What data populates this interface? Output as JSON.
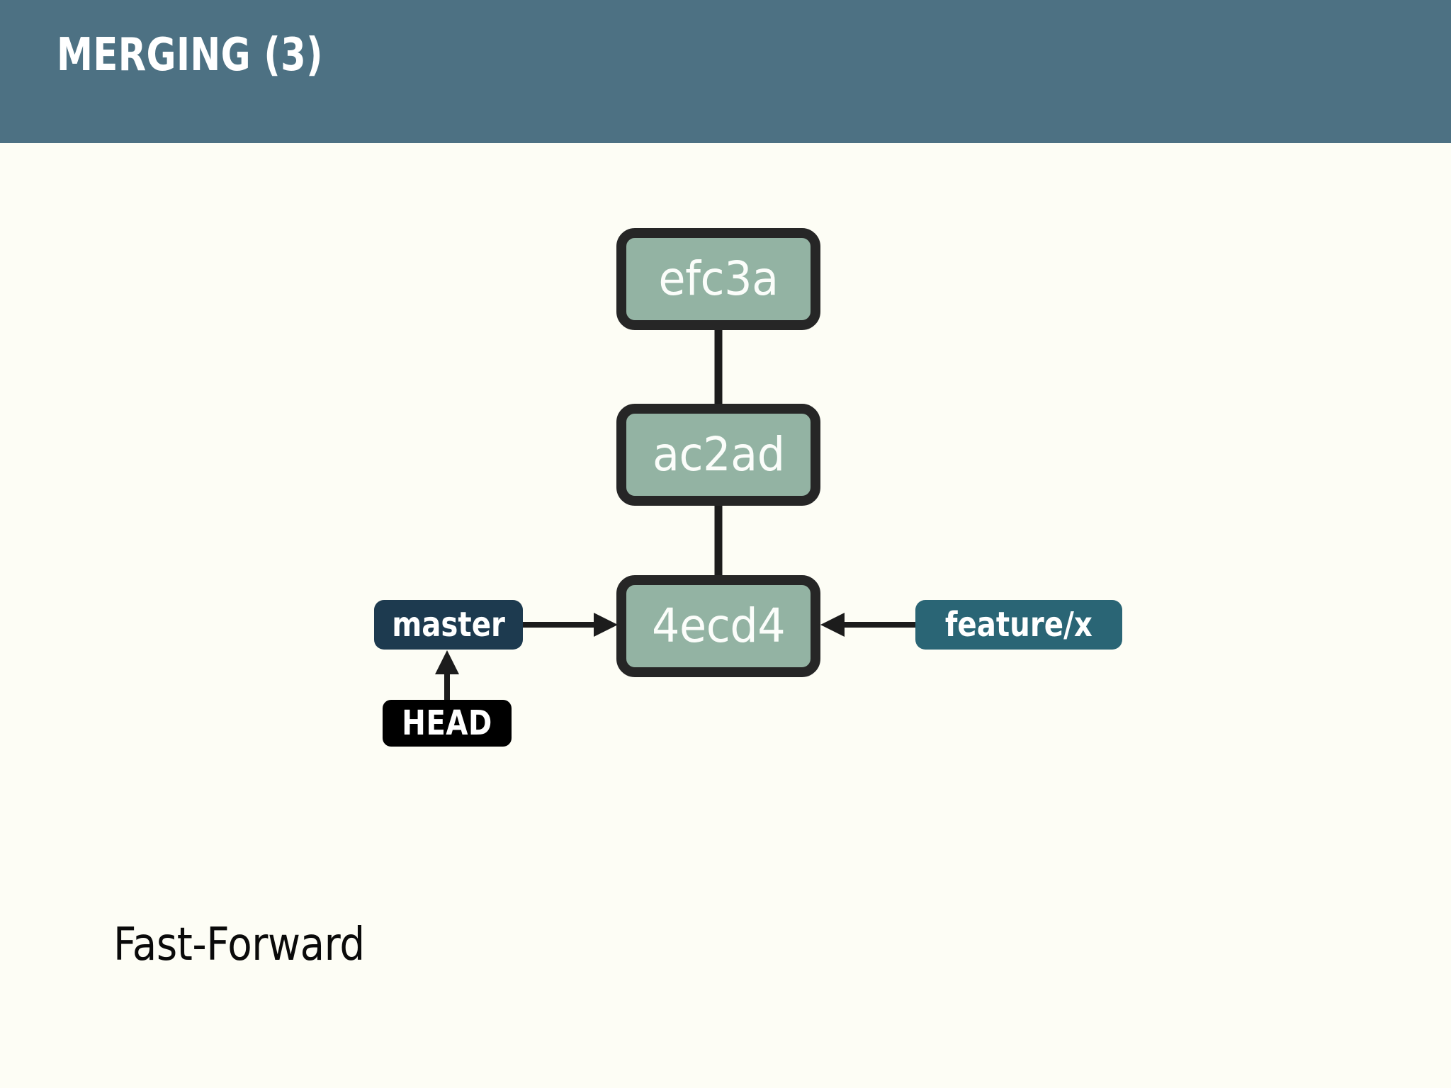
{
  "slide": {
    "title": "MERGING (3)",
    "caption": "Fast-Forward",
    "header_color": "#4d7183",
    "background_color": "#fdfdf5"
  },
  "diagram": {
    "type": "git-commit-graph",
    "commit_fill_color": "#93b3a3",
    "commit_border_color": "#262626",
    "commit_text_color": "#fbfdfa",
    "arrow_color": "#1c1c1c",
    "commits": [
      {
        "id": "efc3a",
        "label": "efc3a",
        "row": 0
      },
      {
        "id": "ac2ad",
        "label": "ac2ad",
        "row": 1
      },
      {
        "id": "4ecd4",
        "label": "4ecd4",
        "row": 2
      }
    ],
    "commit_edges": [
      {
        "from": "ac2ad",
        "to": "efc3a"
      },
      {
        "from": "4ecd4",
        "to": "ac2ad"
      }
    ],
    "refs": [
      {
        "id": "master",
        "label": "master",
        "color": "#1d3a4f",
        "points_to": "4ecd4",
        "side": "left"
      },
      {
        "id": "feature-x",
        "label": "feature/x",
        "color": "#2a6575",
        "points_to": "4ecd4",
        "side": "right"
      },
      {
        "id": "head",
        "label": "HEAD",
        "color": "#000000",
        "points_to": "master",
        "side": "below"
      }
    ]
  }
}
